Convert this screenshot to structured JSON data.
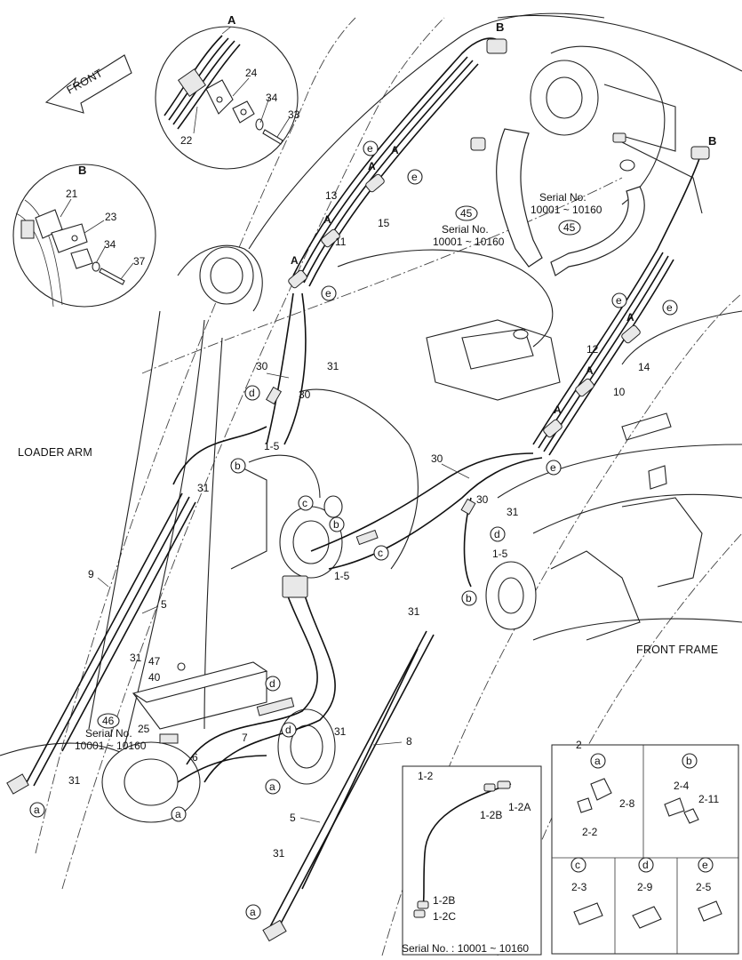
{
  "labels": {
    "front": "FRONT",
    "loader_arm": "LOADER ARM",
    "front_frame": "FRONT FRAME",
    "serial_prefix": "Serial No.",
    "serial_range": "10001 ~ 10160",
    "serial_full": "Serial No. : 10001 ~ 10160"
  },
  "detail_a": {
    "title": "A",
    "parts": [
      "24",
      "34",
      "33",
      "22"
    ]
  },
  "detail_b": {
    "title": "B",
    "parts": [
      "21",
      "23",
      "34",
      "37"
    ]
  },
  "callouts": {
    "main_b": "B",
    "e1": "e",
    "e2": "e",
    "e3": "e",
    "e4": "e",
    "e5": "e",
    "e6": "e",
    "A1": "A",
    "A2": "A",
    "A3": "A",
    "A4": "A",
    "A5": "A",
    "A6": "A",
    "A7": "A",
    "n13": "13",
    "n15": "15",
    "n11": "11",
    "n12": "12",
    "n14": "14",
    "n10": "10",
    "n45a": "45",
    "n45b": "45",
    "n30a": "30",
    "n30b": "30",
    "n30c": "30",
    "n30d": "30",
    "n31a": "31",
    "n31b": "31",
    "n31c": "31",
    "n31d": "31",
    "n31e": "31",
    "n31f": "31",
    "n31g": "31",
    "n31h": "31",
    "d1": "d",
    "d2": "d",
    "d3": "d",
    "d4": "d",
    "b1": "b",
    "b2": "b",
    "b3": "b",
    "c1": "c",
    "c2": "c",
    "a1": "a",
    "a2": "a",
    "a3": "a",
    "a4": "a",
    "n15a": "1-5",
    "n15b": "1-5",
    "n15c": "1-5",
    "n9": "9",
    "n5a": "5",
    "n5b": "5",
    "n8": "8",
    "n7": "7",
    "n6": "6",
    "n47": "47",
    "n40": "40",
    "n25": "25",
    "n46": "46"
  },
  "inset_1_2": {
    "title": "1-2",
    "parts": [
      "1-2A",
      "1-2B",
      "1-2B",
      "1-2C"
    ]
  },
  "inset_2": {
    "title": "2",
    "cells": [
      {
        "letter": "a",
        "parts": [
          "2-8",
          "2-2"
        ]
      },
      {
        "letter": "b",
        "parts": [
          "2-4",
          "2-11"
        ]
      },
      {
        "letter": "c",
        "parts": [
          "2-3"
        ]
      },
      {
        "letter": "d",
        "parts": [
          "2-9"
        ]
      },
      {
        "letter": "e",
        "parts": [
          "2-5"
        ]
      }
    ]
  }
}
